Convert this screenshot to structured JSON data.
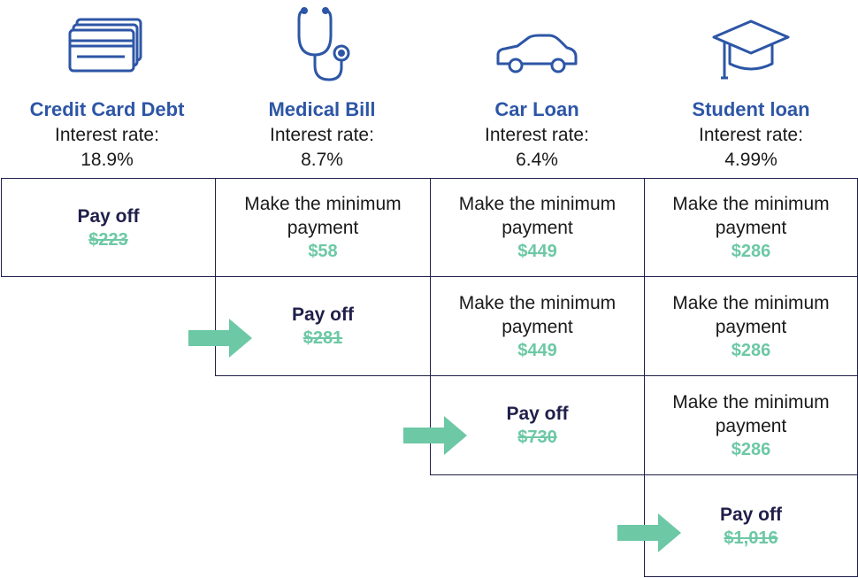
{
  "columns": [
    {
      "name": "Credit Card Debt",
      "rate_label": "Interest rate:",
      "rate": "18.9%",
      "icon": "credit-card-icon"
    },
    {
      "name": "Medical Bill",
      "rate_label": "Interest rate:",
      "rate": "8.7%",
      "icon": "stethoscope-icon"
    },
    {
      "name": "Car Loan",
      "rate_label": "Interest rate:",
      "rate": "6.4%",
      "icon": "car-icon"
    },
    {
      "name": "Student loan",
      "rate_label": "Interest rate:",
      "rate": "4.99%",
      "icon": "graduation-cap-icon"
    }
  ],
  "min_line1": "Make the minimum",
  "min_line2": "payment",
  "payoff_label": "Pay off",
  "rows": [
    {
      "payoff_amount": "$223",
      "minimums": [
        "$58",
        "$449",
        "$286"
      ]
    },
    {
      "payoff_amount": "$281",
      "minimums": [
        "$449",
        "$286"
      ]
    },
    {
      "payoff_amount": "$730",
      "minimums": [
        "$286"
      ]
    },
    {
      "payoff_amount": "$1,016",
      "minimums": []
    }
  ],
  "colors": {
    "heading": "#2d56a6",
    "accent": "#6cc8a5",
    "border": "#1f1f4a"
  }
}
